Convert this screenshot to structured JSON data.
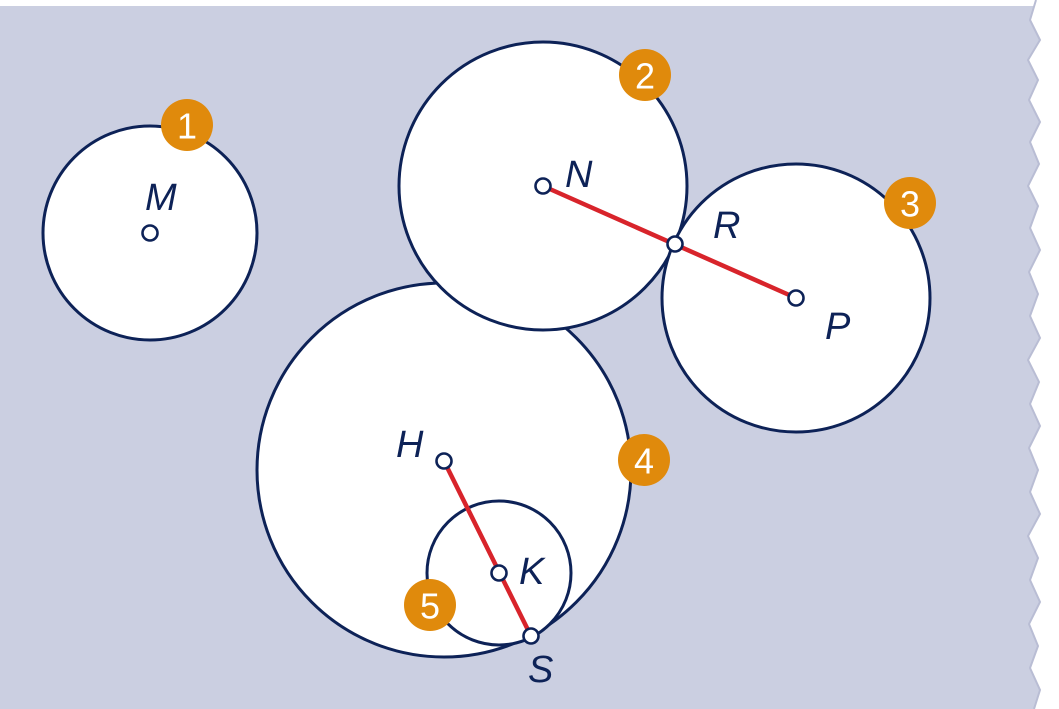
{
  "colors": {
    "background": "#cbcfe1",
    "circle_fill": "#ffffff",
    "outline": "#0d2257",
    "segment": "#d8242b",
    "badge": "#e08a0c"
  },
  "badges": {
    "b1": "1",
    "b2": "2",
    "b3": "3",
    "b4": "4",
    "b5": "5"
  },
  "points": {
    "M": "M",
    "N": "N",
    "R": "R",
    "P": "P",
    "H": "H",
    "K": "K",
    "S": "S"
  },
  "segments": [
    "N-P",
    "H-S"
  ]
}
